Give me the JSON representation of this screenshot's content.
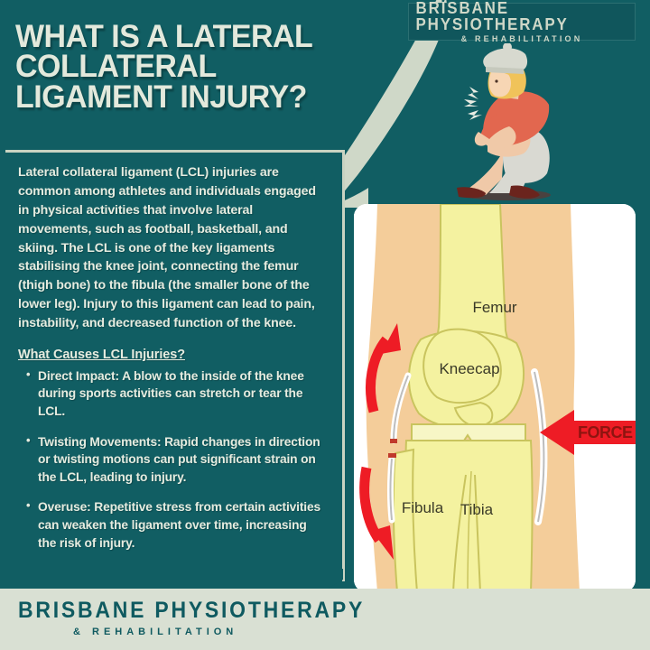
{
  "header": {
    "title_lines": [
      "What is a Lateral",
      "Collateral",
      "Ligament Injury?"
    ]
  },
  "brand": {
    "name": "Brisbane Physiotherapy",
    "tagline": "& Rehabilitation"
  },
  "illustration": {
    "person_alt": "woman-holding-knee-in-pain"
  },
  "body": {
    "paragraph": "Lateral collateral ligament (LCL) injuries are common among athletes and individuals engaged in physical activities that involve lateral movements, such as football, basketball, and skiing. The LCL is one of the key ligaments stabilising the knee joint, connecting the femur (thigh bone) to the fibula (the smaller bone of the lower leg). Injury to this ligament can lead to pain, instability, and decreased function of the knee.",
    "causes_heading": "What Causes LCL Injuries?",
    "causes": [
      "Direct Impact: A blow to the inside of the knee during sports activities can stretch or tear the LCL.",
      "Twisting Movements: Rapid changes in direction or twisting motions can put significant strain on the LCL, leading to injury.",
      "Overuse: Repetitive stress from certain activities can weaken the ligament over time, increasing the risk of injury."
    ]
  },
  "diagram": {
    "labels": {
      "femur": "Femur",
      "kneecap": "Kneecap",
      "fibula": "Fibula",
      "tibia": "Tibia"
    },
    "force_label": "FORCE"
  },
  "footer": {
    "name": "Brisbane Physiotherapy",
    "tagline": "& Rehabilitation"
  },
  "colors": {
    "teal": "#115e63",
    "cream": "#d9e0d3",
    "text_light": "#e6ece0",
    "red": "#ee1c25",
    "force_text": "#8f1410",
    "bone": "#f2f0a0",
    "skin": "#f4cd9a"
  }
}
